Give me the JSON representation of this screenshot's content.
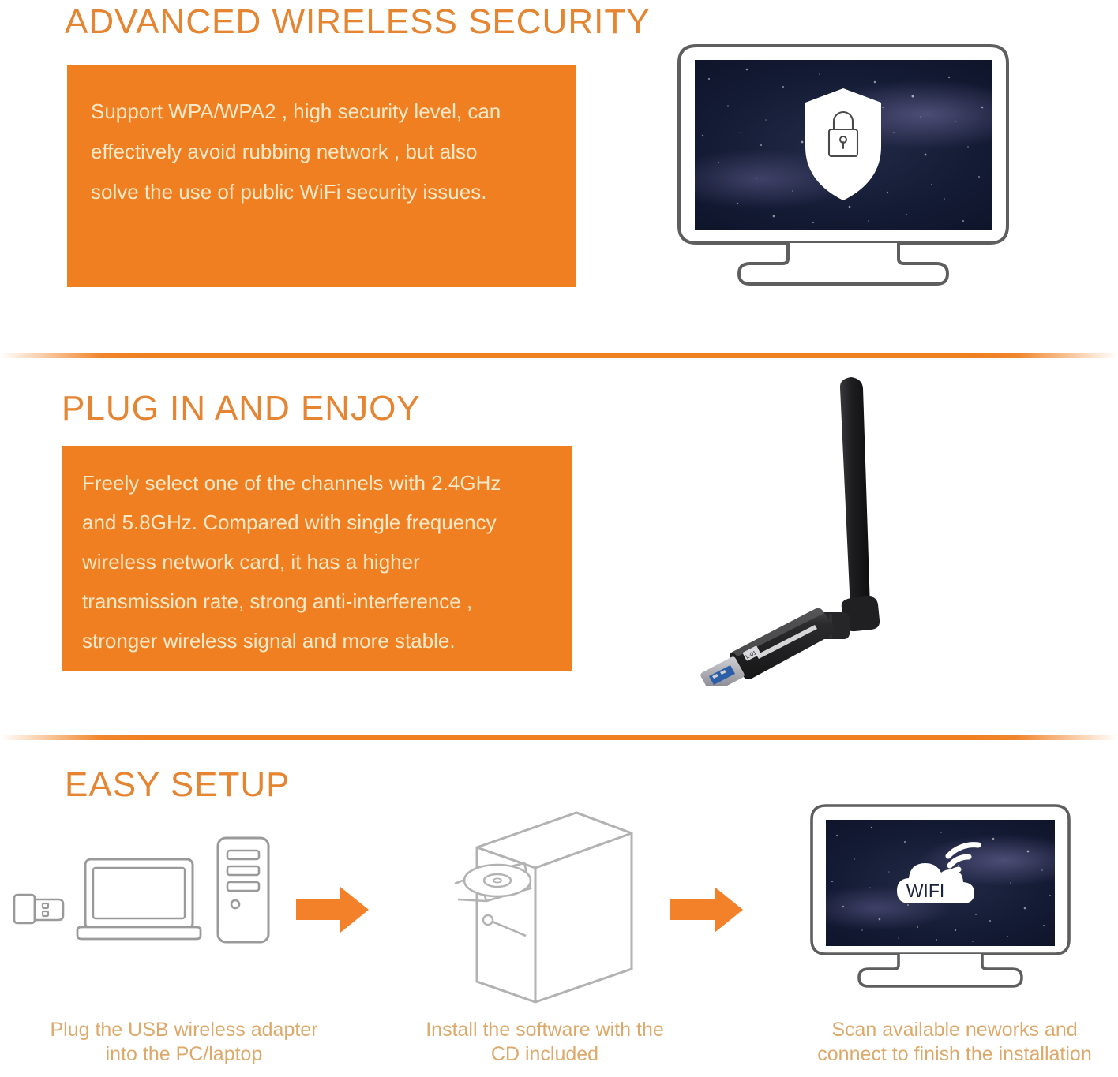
{
  "sections": [
    {
      "id": "advanced-wireless-security",
      "title": "ADVANCED WIRELESS SECURITY",
      "body_lines": [
        "Support WPA/WPA2 , high security level, can",
        "effectively avoid rubbing network , but also",
        "solve the use of public WiFi security issues."
      ],
      "illustration": "monitor-with-shield-lock"
    },
    {
      "id": "plug-in-and-enjoy",
      "title": "PLUG IN AND ENJOY",
      "body_lines": [
        "Freely select one of the channels with 2.4GHz",
        "and 5.8GHz. Compared with single frequency",
        "wireless network card, it has a higher",
        " transmission rate,  strong anti-interference ,",
        "stronger wireless signal and more stable."
      ],
      "illustration": "usb-wifi-adapter-with-antenna"
    },
    {
      "id": "easy-setup",
      "title": "EASY SETUP",
      "steps": [
        {
          "icons": [
            "usb-dongle-icon",
            "laptop-icon",
            "pc-tower-icon"
          ],
          "caption_lines": [
            "Plug the USB wireless adapter",
            "into the PC/laptop"
          ]
        },
        {
          "icons": [
            "pc-tower-cd-tray-icon"
          ],
          "caption_lines": [
            "Install the software with the",
            "CD included"
          ]
        },
        {
          "icons": [
            "monitor-wifi-cloud-icon"
          ],
          "caption_lines": [
            "Scan available neworks and",
            "connect to finish the installation"
          ]
        }
      ],
      "arrow_icon": "right-arrow-icon",
      "screen_label": "WIFI"
    }
  ],
  "colors": {
    "brand_orange": "#F07F21",
    "heading_orange": "#E58431",
    "box_text_cream": "#F7E8C8",
    "caption_tan": "#DCA96A",
    "line_art_gray": "#9a9a9a",
    "screen_dark": "#131a33",
    "page_background": "#FFFFFF"
  }
}
